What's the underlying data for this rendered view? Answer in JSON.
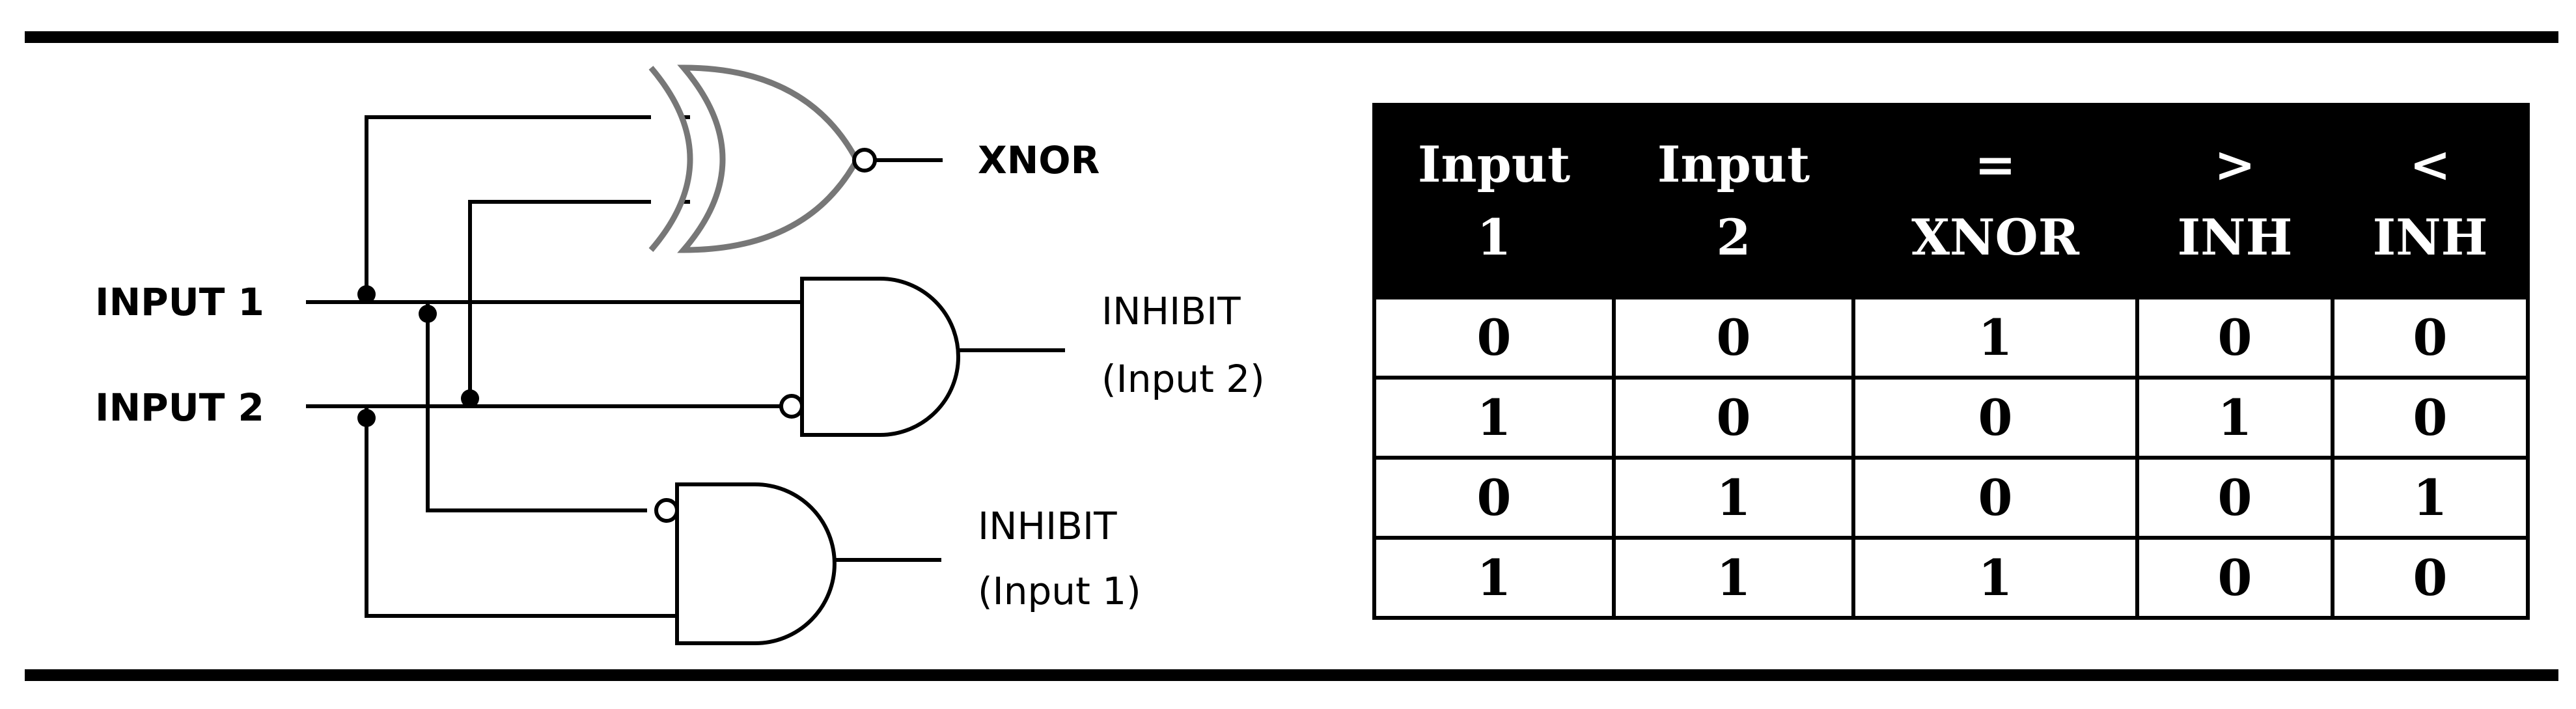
{
  "diagram": {
    "inputs": [
      "INPUT 1",
      "INPUT 2"
    ],
    "outputs": {
      "xnor": "XNOR",
      "inhibit_2": {
        "line1": "INHIBIT",
        "line2": "(Input 2)"
      },
      "inhibit_1": {
        "line1": "INHIBIT",
        "line2": "(Input 1)"
      }
    }
  },
  "table": {
    "headers": [
      {
        "line1": "Input",
        "line2": "1"
      },
      {
        "line1": "Input",
        "line2": "2"
      },
      {
        "line1": "=",
        "line2": "XNOR"
      },
      {
        "line1": ">",
        "line2": "INH"
      },
      {
        "line1": "<",
        "line2": "INH"
      }
    ],
    "rows": [
      [
        "0",
        "0",
        "1",
        "0",
        "0"
      ],
      [
        "1",
        "0",
        "0",
        "1",
        "0"
      ],
      [
        "0",
        "1",
        "0",
        "0",
        "1"
      ],
      [
        "1",
        "1",
        "1",
        "0",
        "0"
      ]
    ]
  }
}
